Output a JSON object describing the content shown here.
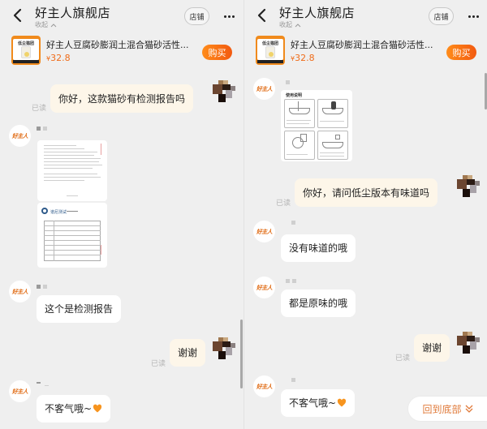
{
  "panels": [
    {
      "header": {
        "title": "好主人旗舰店",
        "collapse_label": "收起",
        "store_button": "店铺",
        "more_icon": "more-dots-icon",
        "back_icon": "chevron-left-icon"
      },
      "product": {
        "name": "好主人豆腐砂膨润土混合猫砂活性...",
        "price_symbol": "¥",
        "price": "32.8",
        "buy_button": "购买",
        "thumb_label": "低尘猫团"
      },
      "messages": [
        {
          "side": "out",
          "type": "text",
          "text": "你好，这款猫砂有检测报告吗",
          "status": "已读"
        },
        {
          "side": "in",
          "type": "image",
          "sender": "好主人",
          "description": "检测报告 (test report document)",
          "logo_text": "谱尼测试"
        },
        {
          "side": "in",
          "type": "text",
          "sender": "好主人",
          "text": "这个是检测报告"
        },
        {
          "side": "out",
          "type": "text",
          "text": "谢谢",
          "status": "已读"
        },
        {
          "side": "in",
          "type": "text",
          "sender": "好主人",
          "text": "不客气哦~",
          "emoji": "orange-heart"
        }
      ]
    },
    {
      "header": {
        "title": "好主人旗舰店",
        "collapse_label": "收起",
        "store_button": "店铺",
        "more_icon": "more-dots-icon",
        "back_icon": "chevron-left-icon"
      },
      "product": {
        "name": "好主人豆腐砂膨润土混合猫砂活性...",
        "price_symbol": "¥",
        "price": "32.8",
        "buy_button": "购买",
        "thumb_label": "低尘猫团"
      },
      "messages": [
        {
          "side": "in",
          "type": "image",
          "sender": "好主人",
          "description": "使用说明 (usage instructions)",
          "title": "使用说明"
        },
        {
          "side": "out",
          "type": "text",
          "text": "你好，请问低尘版本有味道吗",
          "status": "已读"
        },
        {
          "side": "in",
          "type": "text",
          "sender": "好主人",
          "text": "没有味道的哦"
        },
        {
          "side": "in",
          "type": "text",
          "sender": "好主人",
          "text": "都是原味的哦"
        },
        {
          "side": "out",
          "type": "text",
          "text": "谢谢",
          "status": "已读"
        },
        {
          "side": "in",
          "type": "text",
          "sender": "好主人",
          "text": "不客气哦~",
          "emoji": "orange-heart"
        }
      ],
      "back_to_bottom": "回到底部"
    }
  ],
  "shop_avatar_text": "好主人",
  "colors": {
    "accent": "#ef6c1a",
    "buy_gradient_start": "#ff8c1a",
    "buy_gradient_end": "#f25a10",
    "outgoing_bubble": "#fdf6e9",
    "incoming_bubble": "#ffffff",
    "background": "#efefef",
    "read_status": "#b4b4b4"
  }
}
